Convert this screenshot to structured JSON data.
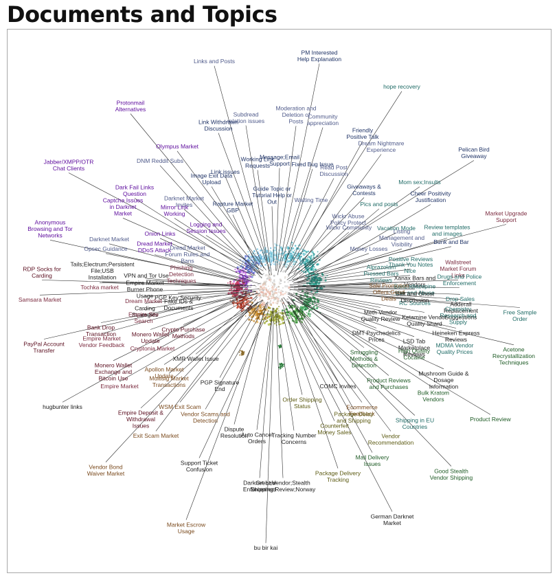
{
  "chart_data": {
    "type": "scatter",
    "title": "Documents and Topics",
    "colors": {
      "purple": "#5c0a9c",
      "navy": "#1f3366",
      "darkred": "#5a0d1e",
      "maroon": "#7a2a3e",
      "brown": "#7a4a1d",
      "olive": "#5c5a12",
      "green": "#1d5a24",
      "teal": "#1f6b66",
      "slate": "#4f5a8a",
      "black": "#1a1a1a"
    },
    "topics": [
      {
        "label": "PM Interested\nHelp Explanation",
        "color": "navy"
      },
      {
        "label": "Links and Posts",
        "color": "slate"
      },
      {
        "label": "hope recovery",
        "color": "teal"
      },
      {
        "label": "Protonmail\nAlternatives",
        "color": "purple"
      },
      {
        "label": "Subdread\nrelation issues",
        "color": "slate"
      },
      {
        "label": "Moderation and\nDeletion of\nPosts",
        "color": "slate"
      },
      {
        "label": "Community\nappreciation",
        "color": "slate"
      },
      {
        "label": "Link Withdrawn\nDiscussion",
        "color": "navy"
      },
      {
        "label": "Friendly\nPositive Talk",
        "color": "navy"
      },
      {
        "label": "Dream Nightmare\nExperience",
        "color": "slate"
      },
      {
        "label": "Olympus Market",
        "color": "purple"
      },
      {
        "label": "Pelican Bird\nGiveaway",
        "color": "navy"
      },
      {
        "label": "Working Link\nRequests",
        "color": "navy"
      },
      {
        "label": "Message;Email\nSupport",
        "color": "navy"
      },
      {
        "label": "Fixed Bug Issue",
        "color": "navy"
      },
      {
        "label": "Jabber/XMPP/OTR\nChat Clients",
        "color": "purple"
      },
      {
        "label": "DNM Reddit Subs",
        "color": "slate"
      },
      {
        "label": "Read Post\nDiscussion",
        "color": "slate"
      },
      {
        "label": "Link issues",
        "color": "navy"
      },
      {
        "label": "Image Exit Data\nUpload",
        "color": "navy"
      },
      {
        "label": "Mom sex;Insults",
        "color": "teal"
      },
      {
        "label": "Giveaways &\nContests",
        "color": "navy"
      },
      {
        "label": "Dark Fail Links\nQuestion",
        "color": "purple"
      },
      {
        "label": "Guide Topic or\nTutorial Help or\nOut",
        "color": "navy"
      },
      {
        "label": "Cheer Positivity\nJustification",
        "color": "navy"
      },
      {
        "label": "Waiting Time",
        "color": "slate"
      },
      {
        "label": "Darknet Market\nInvites",
        "color": "slate"
      },
      {
        "label": "Captcha Issues\nin Darknet\nMarket",
        "color": "purple"
      },
      {
        "label": "Pics and posts",
        "color": "teal"
      },
      {
        "label": "Rapture Market\nGBP",
        "color": "navy"
      },
      {
        "label": "Mirror Link\nWorking",
        "color": "purple"
      },
      {
        "label": "Market Upgrade\nSupport",
        "color": "maroon"
      },
      {
        "label": "Wickr Abuse\nPolicy Protect",
        "color": "slate"
      },
      {
        "label": "Anonymous\nBrowsing and Tor\nNetworks",
        "color": "purple"
      },
      {
        "label": "Wickr Community",
        "color": "slate"
      },
      {
        "label": "Logging and\nSession Issues",
        "color": "purple"
      },
      {
        "label": "Vacation Mode",
        "color": "teal"
      },
      {
        "label": "Review templates\nand images",
        "color": "teal"
      },
      {
        "label": "Onion Links",
        "color": "purple"
      },
      {
        "label": "Listing\nManagement and\nVisibility",
        "color": "slate"
      },
      {
        "label": "Darknet Market",
        "color": "slate"
      },
      {
        "label": "Bunk and Bar",
        "color": "navy"
      },
      {
        "label": "Dread Market\nDDoS Attack",
        "color": "purple"
      },
      {
        "label": "Opsec Guidance",
        "color": "slate"
      },
      {
        "label": "Dread Market\nForum Rules and\nBans",
        "color": "slate"
      },
      {
        "label": "Money Losses",
        "color": "slate"
      },
      {
        "label": "Positive Reviews",
        "color": "teal"
      },
      {
        "label": "Thank You Notes",
        "color": "teal"
      },
      {
        "label": "Wallstreet\nMarket Forum\nLinks",
        "color": "maroon"
      },
      {
        "label": "Tails;Electrum;Persistent\nFile;USB\nInstallation",
        "color": "black"
      },
      {
        "label": "Nice",
        "color": "teal"
      },
      {
        "label": "RDP Socks for\nCarding",
        "color": "darkred"
      },
      {
        "label": "Alprazolam\nPressed Bars\nReviews",
        "color": "teal"
      },
      {
        "label": "Phishing\nDetection\nTechniques",
        "color": "maroon"
      },
      {
        "label": "VPN and Tor Use",
        "color": "black"
      },
      {
        "label": "Drugs and Police\nEnforcement",
        "color": "teal"
      },
      {
        "label": "Xanax Bars and\nVendors",
        "color": "black"
      },
      {
        "label": "Tochka market",
        "color": "maroon"
      },
      {
        "label": "Empire Market\nBurner Phone\nUsage",
        "color": "black"
      },
      {
        "label": "Benzodiazepine\nUse and Abuse",
        "color": "teal"
      },
      {
        "label": "Sale Promotion\nOffers;Good\nDeals",
        "color": "brown"
      },
      {
        "label": "RC Sources",
        "color": "teal"
      },
      {
        "label": "Salt and Ghost\nDiscussion",
        "color": "black"
      },
      {
        "label": "PGP Key Security",
        "color": "black"
      },
      {
        "label": "Samsara Market",
        "color": "maroon"
      },
      {
        "label": "Dream Market",
        "color": "maroon"
      },
      {
        "label": "Fake IDs &\nDocuments",
        "color": "black"
      },
      {
        "label": "Drop Sales",
        "color": "teal"
      },
      {
        "label": "Adderall\nReplacement\nSuggestions",
        "color": "black"
      },
      {
        "label": "Chemistry\nResearch and\nSupply",
        "color": "teal"
      },
      {
        "label": "Free Sample\nOrder",
        "color": "teal"
      },
      {
        "label": "Carding\nStrategies",
        "color": "black"
      },
      {
        "label": "Empire Site\nSearch",
        "color": "maroon"
      },
      {
        "label": "Meth Vendor\nQuality Review",
        "color": "black"
      },
      {
        "label": "Ketamine Vendor\nQuality Shard",
        "color": "black"
      },
      {
        "label": "Bank Drop\nTransaction",
        "color": "darkred"
      },
      {
        "label": "Crypto Purchase\nMethods",
        "color": "darkred"
      },
      {
        "label": "Heineken Express\nReviews",
        "color": "black"
      },
      {
        "label": "Empire Market\nVendor Feedback",
        "color": "maroon"
      },
      {
        "label": "Monero Wallet\nUpdate",
        "color": "darkred"
      },
      {
        "label": "DMT Psychedelics\nPrices",
        "color": "black"
      },
      {
        "label": "PayPal Account\nTransfer",
        "color": "darkred"
      },
      {
        "label": "LSD Tab\nMarketplace\nReviews",
        "color": "black"
      },
      {
        "label": "MDMA Vendor\nQuality Prices",
        "color": "teal"
      },
      {
        "label": "Cryptonia Market",
        "color": "maroon"
      },
      {
        "label": "High Quality\nCocaine",
        "color": "green"
      },
      {
        "label": "Acetone\nRecrystallization\nTechniques",
        "color": "green"
      },
      {
        "label": "XMR Wallet Issue",
        "color": "black"
      },
      {
        "label": "Smuggling\nMethods &\nDetection",
        "color": "green"
      },
      {
        "label": "Monero Wallet\nExchange and\nBitcoin Use",
        "color": "darkred"
      },
      {
        "label": "Apollon Market\nUpdate",
        "color": "brown"
      },
      {
        "label": "Mushroom Guide &\nDosage\nInformation",
        "color": "black"
      },
      {
        "label": "Multisig Market\nTransactions",
        "color": "brown"
      },
      {
        "label": "Product Reviews\nand Purchases",
        "color": "green"
      },
      {
        "label": "PGP Signature\nEnd",
        "color": "black"
      },
      {
        "label": "Empire Market",
        "color": "maroon"
      },
      {
        "label": "Bulk Kratom\nVendors",
        "color": "green"
      },
      {
        "label": "COMC Invites",
        "color": "black"
      },
      {
        "label": "hugbunter links",
        "color": "black"
      },
      {
        "label": "Order Shipping\nStatus",
        "color": "olive"
      },
      {
        "label": "Ecommerce\nFeedback",
        "color": "brown"
      },
      {
        "label": "WSM Exit Scam",
        "color": "brown"
      },
      {
        "label": "Empire Deposit &\nWithdrawal\nIssues",
        "color": "darkred"
      },
      {
        "label": "Product Review",
        "color": "green"
      },
      {
        "label": "Package Delay\nand Shipping",
        "color": "olive"
      },
      {
        "label": "Vendor Scams and\nDetection",
        "color": "brown"
      },
      {
        "label": "Shipping in EU\nCountries",
        "color": "teal"
      },
      {
        "label": "Counterfeit\nMoney Sales",
        "color": "olive"
      },
      {
        "label": "Exit Scam Market",
        "color": "brown"
      },
      {
        "label": "Dispute\nResolution",
        "color": "black"
      },
      {
        "label": "Auto Cancel\nOrders",
        "color": "black"
      },
      {
        "label": "Tracking Number\nConcerns",
        "color": "black"
      },
      {
        "label": "Vendor\nRecommendation",
        "color": "olive"
      },
      {
        "label": "Mail Delivery\nIssues",
        "color": "green"
      },
      {
        "label": "Vendor Bond\nWaiver Market",
        "color": "brown"
      },
      {
        "label": "Support Ticket\nConfusion",
        "color": "black"
      },
      {
        "label": "Good Stealth\nVendor Shipping",
        "color": "green"
      },
      {
        "label": "Package Delivery\nTracking",
        "color": "olive"
      },
      {
        "label": "Darknet Law\nEnforcement",
        "color": "black"
      },
      {
        "label": "Great;Vendor;Stealth\nShipping;Review;Norway",
        "color": "black"
      },
      {
        "label": "German Darknet\nMarket",
        "color": "black"
      },
      {
        "label": "Market Escrow\nUsage",
        "color": "brown"
      },
      {
        "label": "bu bir kai",
        "color": "black"
      }
    ]
  }
}
